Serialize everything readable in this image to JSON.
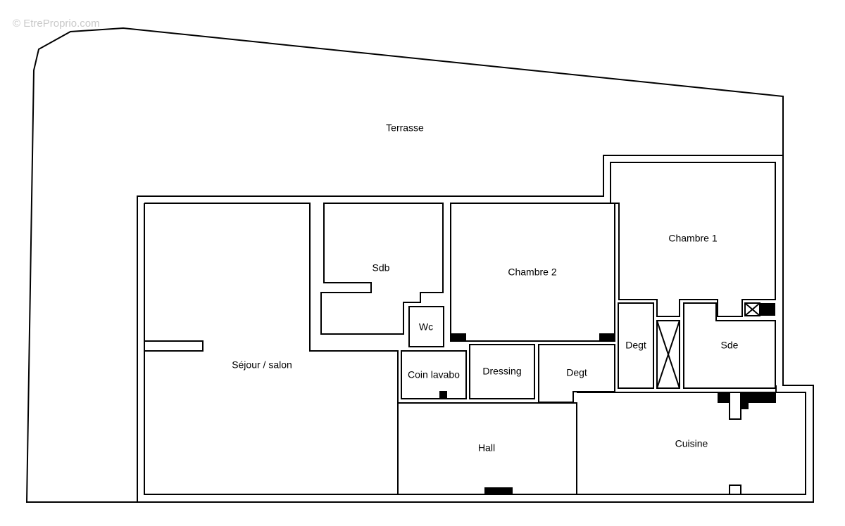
{
  "watermark": "© EtreProprio.com",
  "rooms": {
    "terrasse": "Terrasse",
    "sejour": "Séjour / salon",
    "sdb": "Sdb",
    "wc": "Wc",
    "chambre2": "Chambre 2",
    "chambre1": "Chambre 1",
    "coin_lavabo": "Coin lavabo",
    "dressing": "Dressing",
    "degt_center": "Degt",
    "degt_right": "Degt",
    "sde": "Sde",
    "hall": "Hall",
    "cuisine": "Cuisine"
  },
  "colors": {
    "walls": "#000000",
    "background": "#ffffff",
    "watermark": "#c9c9c9"
  }
}
